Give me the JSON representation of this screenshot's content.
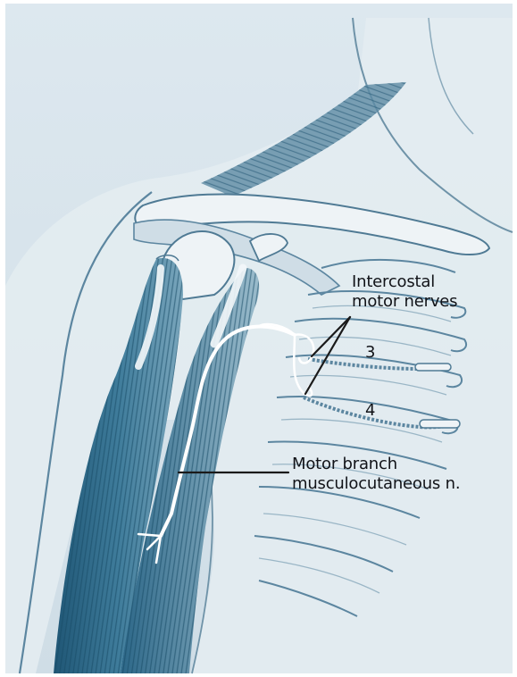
{
  "labels": {
    "intercostal_line1": "Intercostal",
    "intercostal_line2": "motor nerves",
    "rib_3": "3",
    "rib_4": "4",
    "motor_branch_line1": "Motor branch",
    "motor_branch_line2": "musculocutaneous n."
  },
  "colors": {
    "background": "#d5e2ea",
    "skin": "#e8eff3",
    "outline": "#4f7a94",
    "muscle_dark": "#24607f",
    "muscle_mid": "#5b8fa8",
    "bone": "#e9f0f3",
    "nerve": "#ffffff",
    "label_text": "#111318"
  }
}
